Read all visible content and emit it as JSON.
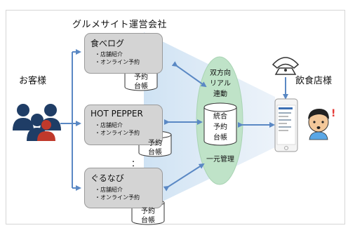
{
  "group_title": "グルメサイト運営会社",
  "customer_label": "お客様",
  "restaurant_label": "飲食店様",
  "services": [
    {
      "name": "食べログ",
      "items": [
        "・店舗紹介",
        "・オンライン予約"
      ],
      "ledger": [
        "予約",
        "台帳"
      ]
    },
    {
      "name": "HOT PEPPER",
      "items": [
        "・店舗紹介",
        "・オンライン予約"
      ],
      "ledger": [
        "予約",
        "台帳"
      ]
    },
    {
      "name": "ぐるなび",
      "items": [
        "・店舗紹介",
        "・オンライン予約"
      ],
      "ledger": [
        "予約",
        "台帳"
      ]
    }
  ],
  "ellipsis": "：",
  "center": {
    "sync_lines": [
      "双方向",
      "リアル",
      "連動"
    ],
    "db_lines": [
      "統合",
      "予約",
      "台帳"
    ],
    "manage_label": "一元管理"
  },
  "colors": {
    "arrow": "#5a88c4",
    "oval_fill": "#bfe3c8",
    "beam": "#c9dff2",
    "service_box": "#d4d4d4",
    "person_blue": "#1f3d66",
    "person_red": "#c0392b"
  }
}
